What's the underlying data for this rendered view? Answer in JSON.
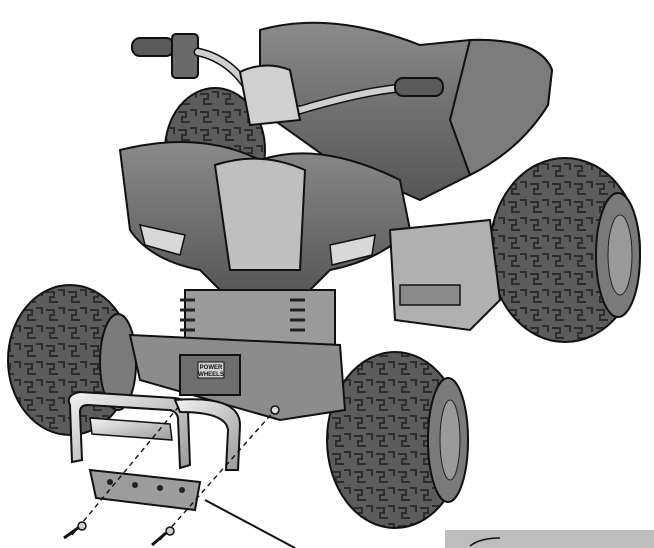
{
  "diagram": {
    "brand_plate_text_line1": "POWER",
    "brand_plate_text_line2": "WHEELS",
    "colors": {
      "body": "#6e6e6e",
      "body_dark": "#4a4a4a",
      "body_light": "#a8a8a8",
      "tire": "#5c5c5c",
      "tire_dark": "#3a3a3a",
      "chrome": "#d9d9d9",
      "outline": "#111111",
      "callout_panel": "#bdbdbd"
    },
    "icons": [
      "screw-icon",
      "screw-icon",
      "leader-line",
      "callout-panel"
    ]
  }
}
